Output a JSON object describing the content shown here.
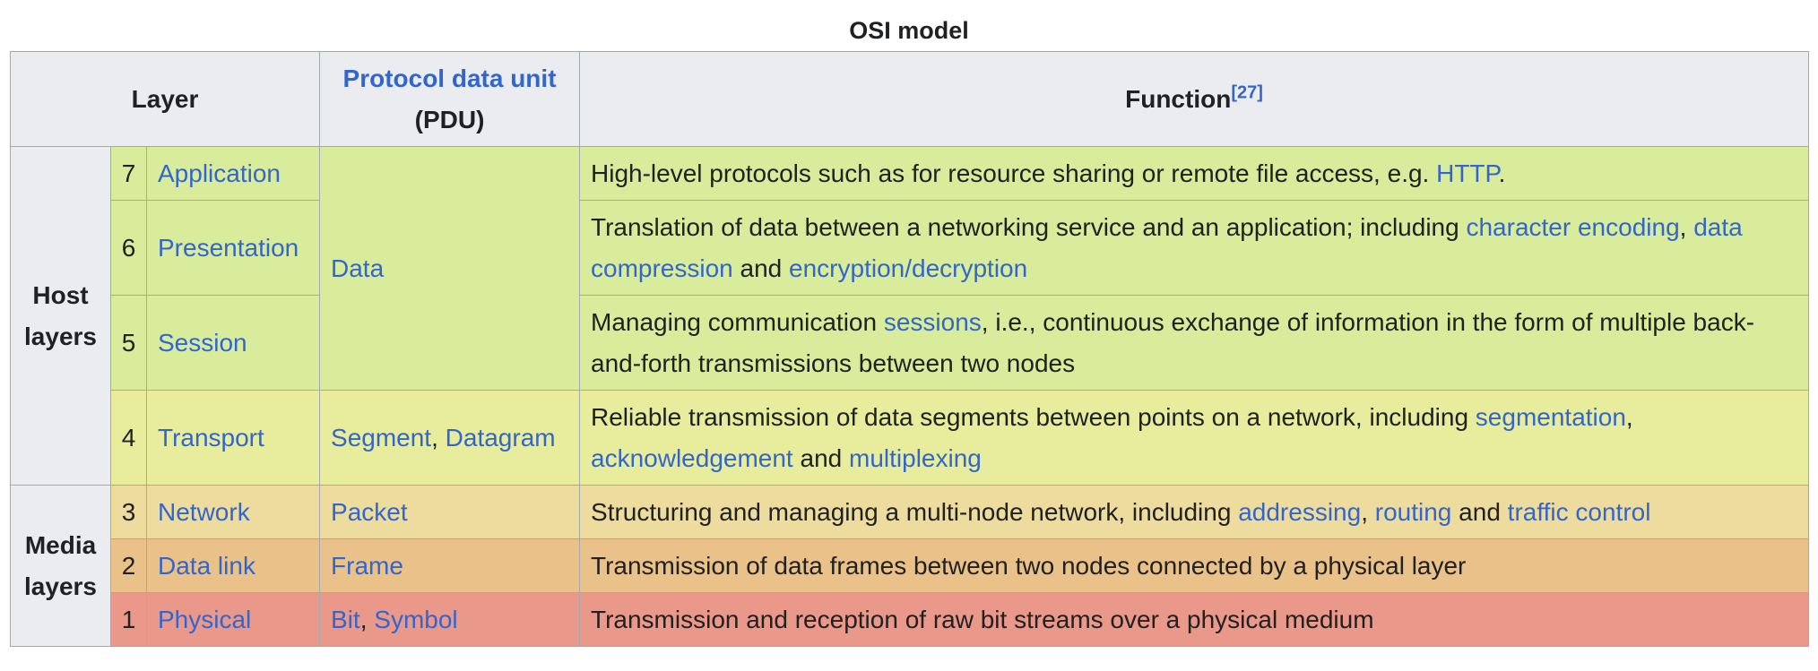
{
  "caption": "OSI model",
  "header": {
    "layer": "Layer",
    "pdu_link": "Protocol data unit",
    "pdu_abbr": "(PDU)",
    "function": "Function",
    "function_ref": "[27]"
  },
  "groups": {
    "host": "Host layers",
    "media": "Media layers"
  },
  "rows": [
    {
      "num": "7",
      "name": "Application",
      "pdu": "Data",
      "fn": [
        {
          "t": "High-level protocols such as for resource sharing or remote file access, e.g. "
        },
        {
          "t": "HTTP",
          "link": true
        },
        {
          "t": "."
        }
      ]
    },
    {
      "num": "6",
      "name": "Presentation",
      "fn": [
        {
          "t": "Translation of data between a networking service and an application; including "
        },
        {
          "t": "character encoding",
          "link": true
        },
        {
          "t": ", "
        },
        {
          "t": "data compression",
          "link": true
        },
        {
          "t": " and "
        },
        {
          "t": "encryption/decryption",
          "link": true
        }
      ]
    },
    {
      "num": "5",
      "name": "Session",
      "fn": [
        {
          "t": "Managing communication "
        },
        {
          "t": "sessions",
          "link": true
        },
        {
          "t": ", i.e., continuous exchange of information in the form of multiple back-and-forth transmissions between two nodes"
        }
      ]
    },
    {
      "num": "4",
      "name": "Transport",
      "pdu_parts": [
        {
          "t": "Segment",
          "link": true
        },
        {
          "t": ", "
        },
        {
          "t": "Datagram",
          "link": true
        }
      ],
      "fn": [
        {
          "t": "Reliable transmission of data segments between points on a network, including "
        },
        {
          "t": "segmentation",
          "link": true
        },
        {
          "t": ", "
        },
        {
          "t": "acknowledgement",
          "link": true
        },
        {
          "t": " and "
        },
        {
          "t": "multiplexing",
          "link": true
        }
      ]
    },
    {
      "num": "3",
      "name": "Network",
      "pdu_parts": [
        {
          "t": "Packet",
          "link": true
        }
      ],
      "fn": [
        {
          "t": "Structuring and managing a multi-node network, including "
        },
        {
          "t": "addressing",
          "link": true
        },
        {
          "t": ", "
        },
        {
          "t": "routing",
          "link": true
        },
        {
          "t": " and "
        },
        {
          "t": "traffic control",
          "link": true
        }
      ]
    },
    {
      "num": "2",
      "name": "Data link",
      "pdu_parts": [
        {
          "t": "Frame",
          "link": true
        }
      ],
      "fn": [
        {
          "t": "Transmission of data frames between two nodes connected by a physical layer"
        }
      ]
    },
    {
      "num": "1",
      "name": "Physical",
      "pdu_parts": [
        {
          "t": "Bit",
          "link": true
        },
        {
          "t": ", "
        },
        {
          "t": "Symbol",
          "link": true
        }
      ],
      "fn": [
        {
          "t": "Transmission and reception of raw bit streams over a physical medium"
        }
      ]
    }
  ],
  "colors": {
    "link": "#3366cc",
    "header_bg": "#eaecf0",
    "host_bg": "#d8ec9b",
    "transport_bg": "#e7ed9c",
    "network_bg": "#eddc9e",
    "datalink_bg": "#e9c189",
    "physical_bg": "#e9988a",
    "border": "#a2a9b1"
  }
}
